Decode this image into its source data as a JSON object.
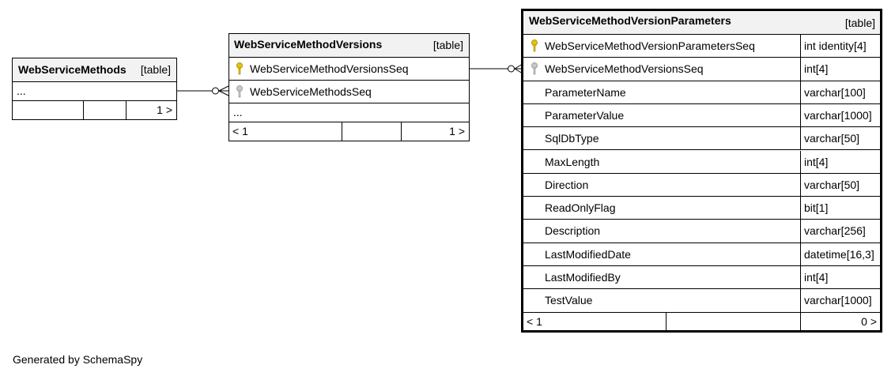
{
  "tables": {
    "web_service_methods": {
      "name": "WebServiceMethods",
      "tag": "[table]",
      "ellipsis": "...",
      "footer_right": "1 >"
    },
    "web_service_method_versions": {
      "name": "WebServiceMethodVersions",
      "tag": "[table]",
      "columns": [
        {
          "name": "WebServiceMethodVersionsSeq",
          "key": "primary-key"
        },
        {
          "name": "WebServiceMethodsSeq",
          "key": "foreign-key"
        }
      ],
      "ellipsis": "...",
      "footer_left": "< 1",
      "footer_right": "1 >"
    },
    "web_service_method_version_parameters": {
      "name": "WebServiceMethodVersionParameters",
      "tag": "[table]",
      "columns": [
        {
          "name": "WebServiceMethodVersionParametersSeq",
          "type": "int identity[4]",
          "key": "primary-key"
        },
        {
          "name": "WebServiceMethodVersionsSeq",
          "type": "int[4]",
          "key": "foreign-key"
        },
        {
          "name": "ParameterName",
          "type": "varchar[100]"
        },
        {
          "name": "ParameterValue",
          "type": "varchar[1000]"
        },
        {
          "name": "SqlDbType",
          "type": "varchar[50]"
        },
        {
          "name": "MaxLength",
          "type": "int[4]"
        },
        {
          "name": "Direction",
          "type": "varchar[50]"
        },
        {
          "name": "ReadOnlyFlag",
          "type": "bit[1]"
        },
        {
          "name": "Description",
          "type": "varchar[256]"
        },
        {
          "name": "LastModifiedDate",
          "type": "datetime[16,3]"
        },
        {
          "name": "LastModifiedBy",
          "type": "int[4]"
        },
        {
          "name": "TestValue",
          "type": "varchar[1000]"
        }
      ],
      "footer_left": "< 1",
      "footer_right": "0 >"
    }
  },
  "colors": {
    "primary_key": "#e8c300",
    "foreign_key": "#a8a8a8",
    "header_bg": "#f2f2f2"
  },
  "footer": "Generated by SchemaSpy"
}
